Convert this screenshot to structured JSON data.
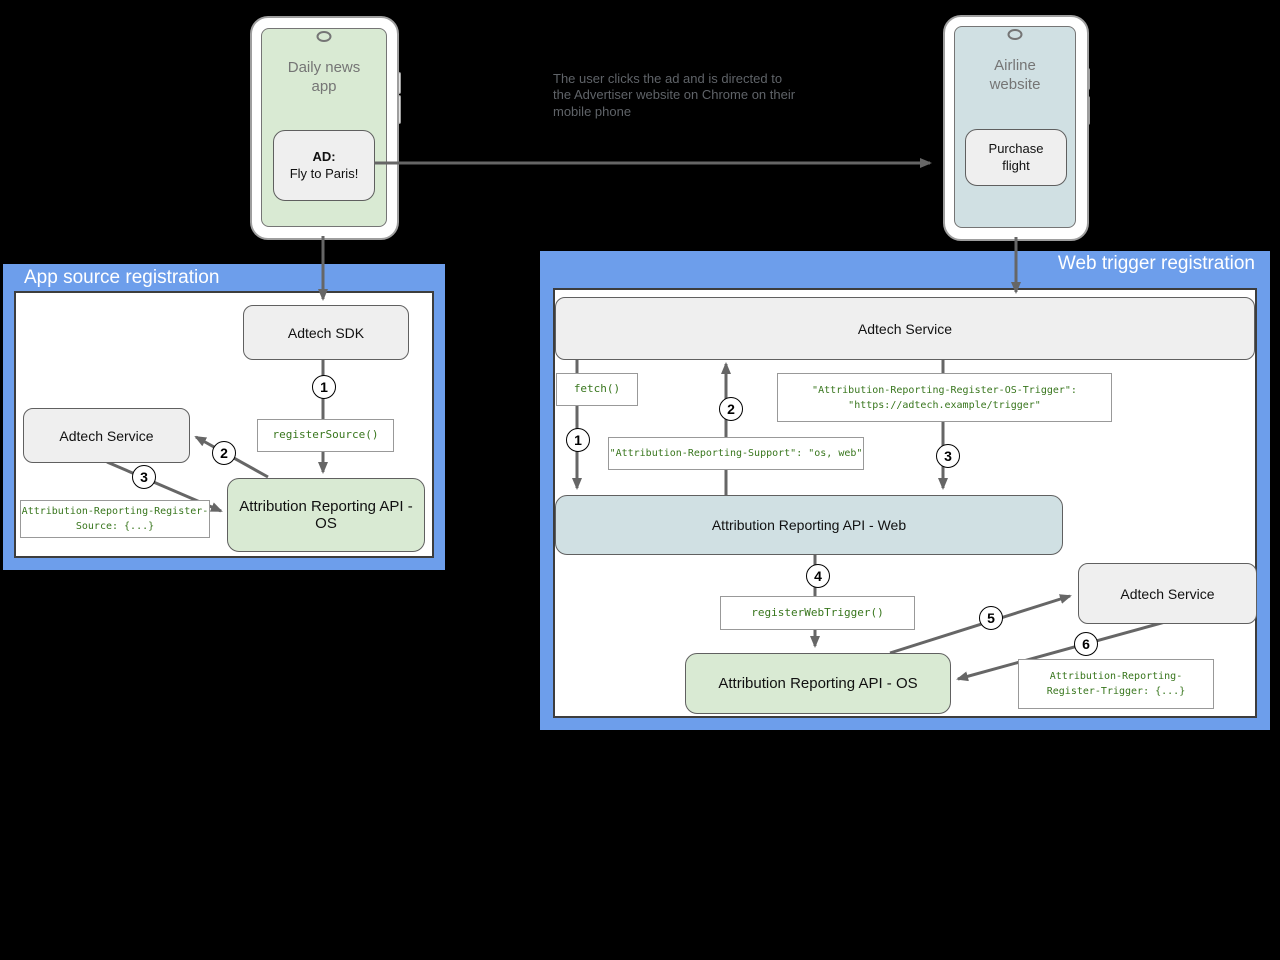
{
  "colors": {
    "background": "#000000",
    "panel_blue": "#6d9eeb",
    "node_gray": "#efefef",
    "node_green": "#d9ead3",
    "node_blue": "#d0e0e3",
    "code_green": "#38761d",
    "arrow_gray": "#666666"
  },
  "phones": {
    "left": {
      "app_title": "Daily news app",
      "ad_heading": "AD:",
      "ad_text": "Fly to Paris!"
    },
    "right": {
      "site_title": "Airline website",
      "button_label": "Purchase flight"
    }
  },
  "annotation": "The user clicks the ad and is directed to the Advertiser website on Chrome on their mobile phone",
  "app_source_panel": {
    "title": "App source registration",
    "adtech_sdk": "Adtech SDK",
    "adtech_service": "Adtech Service",
    "api_os": "Attribution Reporting API - OS",
    "register_source_call": "registerSource()",
    "register_source_header_line1": "Attribution-Reporting-Register-",
    "register_source_header_line2": "Source: {...}",
    "steps": [
      "1",
      "2",
      "3"
    ]
  },
  "web_trigger_panel": {
    "title": "Web trigger registration",
    "adtech_service_top": "Adtech Service",
    "fetch_call": "fetch()",
    "support_header": "\"Attribution-Reporting-Support\": \"os, web\"",
    "os_trigger_header_line1": "\"Attribution-Reporting-Register-OS-Trigger\":",
    "os_trigger_header_line2": "\"https://adtech.example/trigger\"",
    "api_web": "Attribution Reporting API - Web",
    "register_web_trigger_call": "registerWebTrigger()",
    "adtech_service_right": "Adtech Service",
    "api_os": "Attribution Reporting API - OS",
    "register_trigger_header_line1": "Attribution-Reporting-",
    "register_trigger_header_line2": "Register-Trigger: {...}",
    "steps": [
      "1",
      "2",
      "3",
      "4",
      "5",
      "6"
    ]
  }
}
